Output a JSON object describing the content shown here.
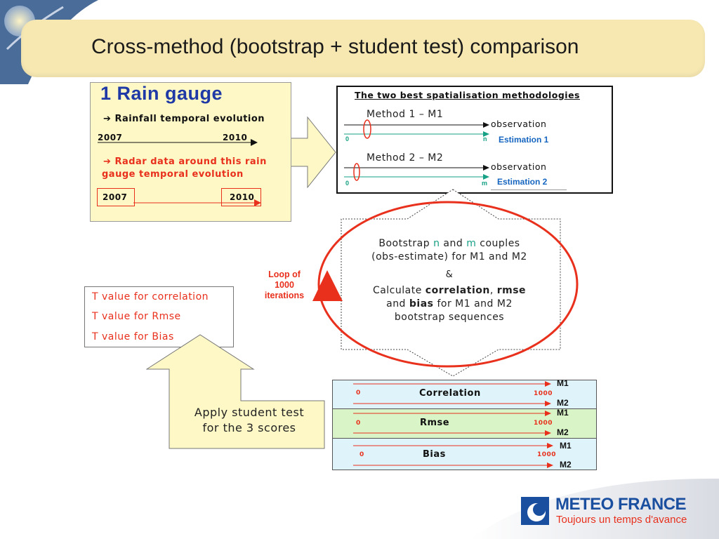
{
  "slide": {
    "title": "Cross-method (bootstrap + student test) comparison"
  },
  "rain_gauge": {
    "heading": "1 Rain gauge",
    "arrow_glyph": "➔",
    "temporal_label": "Rainfall temporal evolution",
    "year_start": "2007",
    "year_end": "2010",
    "radar_label_line1": "Radar data around this rain",
    "radar_label_line2": "gauge temporal evolution",
    "radar_year_start": "2007",
    "radar_year_end": "2010"
  },
  "methods": {
    "heading": "The two best spatialisation methodologies",
    "method1": {
      "label": "Method 1 – M1",
      "observation": "observation",
      "zero": "0",
      "end": "n",
      "estimation": "Estimation 1"
    },
    "method2": {
      "label": "Method 2 – M2",
      "observation": "observation",
      "zero": "0",
      "end": "m",
      "estimation": "Estimation 2"
    }
  },
  "bootstrap": {
    "line1_a": "Bootstrap ",
    "line1_n": "n",
    "line1_b": " and ",
    "line1_m": "m",
    "line1_c": " couples",
    "line2": "(obs-estimate) for M1 and M2",
    "amp": "&",
    "line3_a": "Calculate ",
    "line3_corr": "correlation",
    "line3_b": ", ",
    "line3_rmse": "rmse",
    "line4_a": "and ",
    "line4_bias": "bias",
    "line4_b": " for M1 and M2",
    "line5": "bootstrap sequences"
  },
  "loop": {
    "line1": "Loop of",
    "line2": "1000",
    "line3": "iterations"
  },
  "t_values": [
    "T value for correlation",
    "T value for Rmse",
    "T value for Bias"
  ],
  "student": {
    "line1": "Apply student test",
    "line2": "for the 3 scores"
  },
  "scores": [
    {
      "name": "Correlation",
      "zero": "0",
      "end": "1000",
      "m1": "M1",
      "m2": "M2",
      "color": "#dff4fa"
    },
    {
      "name": "Rmse",
      "zero": "0",
      "end": "1000",
      "m1": "M1",
      "m2": "M2",
      "color": "#d9f5c8"
    },
    {
      "name": "Bias",
      "zero": "0",
      "end": "1000",
      "m1": "M1",
      "m2": "M2",
      "color": "#dff4fa"
    }
  ],
  "logo": {
    "name": "METEO FRANCE",
    "tagline": "Toujours un temps d'avance"
  },
  "colors": {
    "accent_red": "#e8301c",
    "title_bg": "#f7e8b2",
    "box_yellow": "#fdf8c6",
    "logo_blue": "#1a4fa0",
    "estimation_blue": "#1565c0",
    "green_line": "#16a085"
  }
}
